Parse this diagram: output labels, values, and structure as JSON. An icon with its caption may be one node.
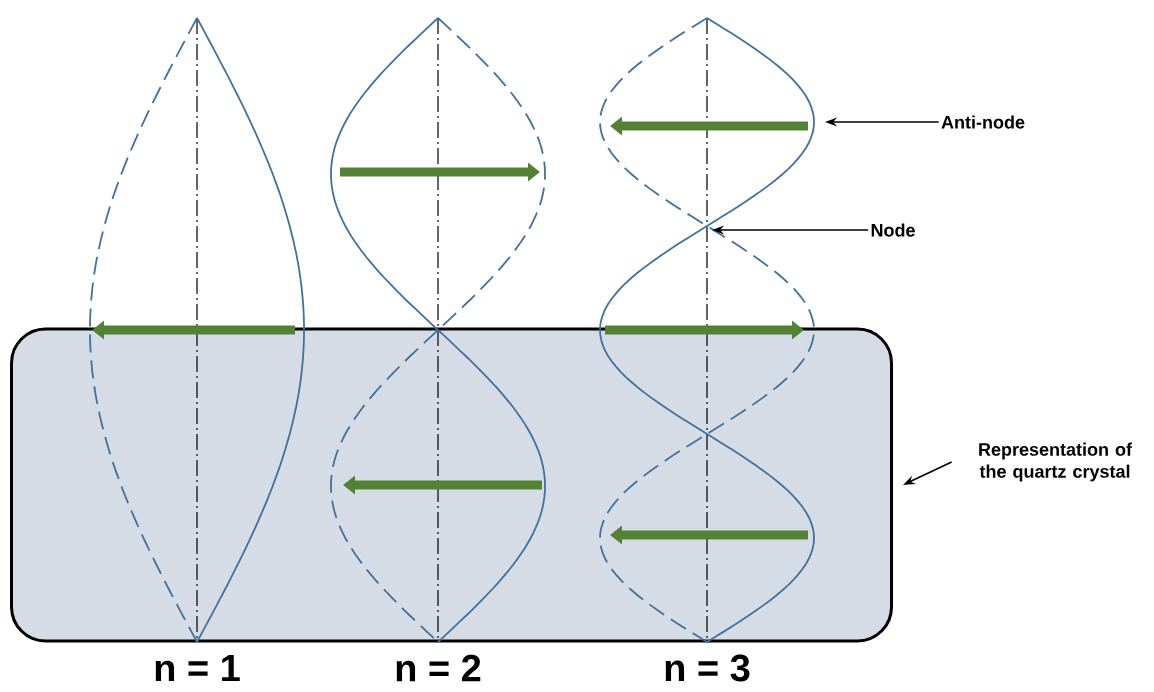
{
  "diagram": {
    "nodes": [
      {
        "text": [
          "Anti-node"
        ]
      },
      {
        "text": [
          "Node"
        ]
      },
      {
        "text": [],
        "shape": "box"
      },
      {
        "text": [
          "Representation of the quartz crystal"
        ]
      }
    ],
    "edges": [
      {
        "from": 0,
        "to": null,
        "arrow": "to"
      },
      {
        "from": 1,
        "to": null,
        "arrow": "to"
      },
      {
        "from": 3,
        "to": 2,
        "arrow": "to"
      }
    ],
    "labels": [
      "n = 1",
      "n = 2",
      "n = 3"
    ]
  }
}
